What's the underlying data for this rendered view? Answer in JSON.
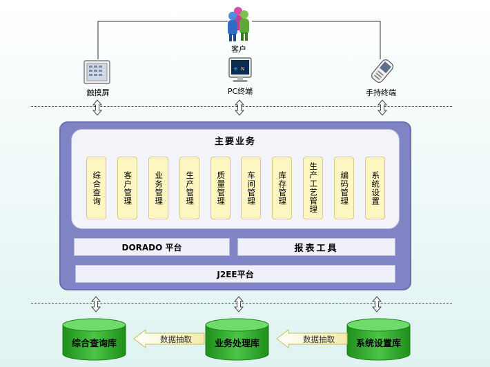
{
  "clients": {
    "top": {
      "label": "客户",
      "icon": "users-icon"
    },
    "devices": [
      {
        "label": "触摸屏",
        "icon": "touchscreen-icon"
      },
      {
        "label": "PC终端",
        "icon": "pc-monitor-icon"
      },
      {
        "label": "手持终端",
        "icon": "handheld-icon"
      }
    ]
  },
  "main_business": {
    "title": "主要业务",
    "modules": [
      "综合查询",
      "客户管理",
      "业务管理",
      "生产管理",
      "质量管理",
      "车间管理",
      "库存管理",
      "生产工艺管理",
      "编码管理",
      "系统设置"
    ]
  },
  "platforms": {
    "dorado": "DORADO 平台",
    "report": "报表工具",
    "j2ee": "J2EE平台"
  },
  "databases": [
    "综合查询库",
    "业务处理库",
    "系统设置库"
  ],
  "data_flows": [
    "数据抽取",
    "数据抽取"
  ],
  "colors": {
    "panel": "#8083c4",
    "module_fill": "#fdf6c0",
    "db_green": "#2fae2a",
    "arrow_fill": "#f8f2b8"
  }
}
